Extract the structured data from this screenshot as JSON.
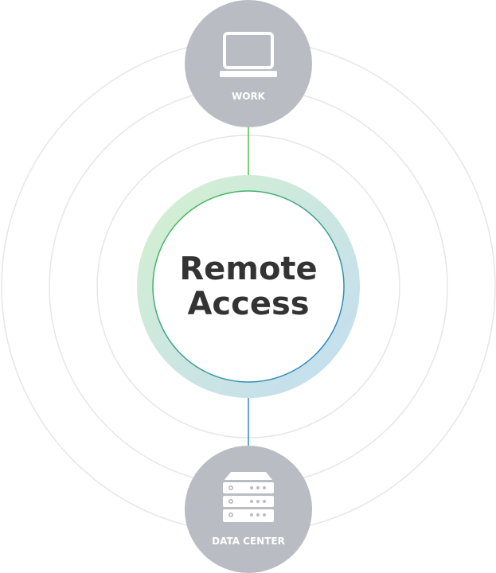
{
  "center": {
    "line1": "Remote",
    "line2": "Access"
  },
  "nodes": {
    "work": {
      "label": "WORK",
      "icon": "laptop-icon"
    },
    "datacenter": {
      "label": "DATA CENTER",
      "icon": "server-icon"
    }
  },
  "colors": {
    "node": "#b9bcc3",
    "ring": "#e6e6e6",
    "green": "#4cc24c",
    "blue": "#2a8ad4",
    "text": "#333333"
  }
}
